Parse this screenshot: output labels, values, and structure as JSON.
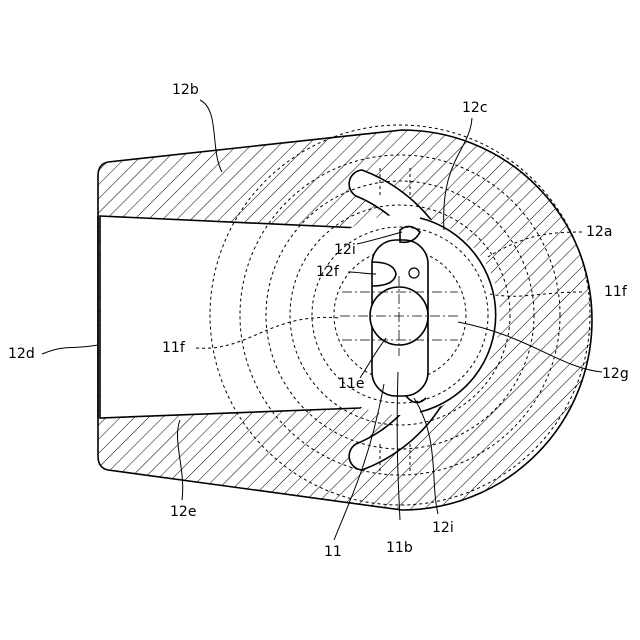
{
  "labels": {
    "12b": "12b",
    "12c": "12c",
    "12a": "12a",
    "11f_right": "11f",
    "12i_top": "12i",
    "12f": "12f",
    "11f_left": "11f",
    "12d": "12d",
    "11e": "11e",
    "12g": "12g",
    "12e": "12e",
    "11": "11",
    "11b": "11b",
    "12i_bottom": "12i"
  }
}
